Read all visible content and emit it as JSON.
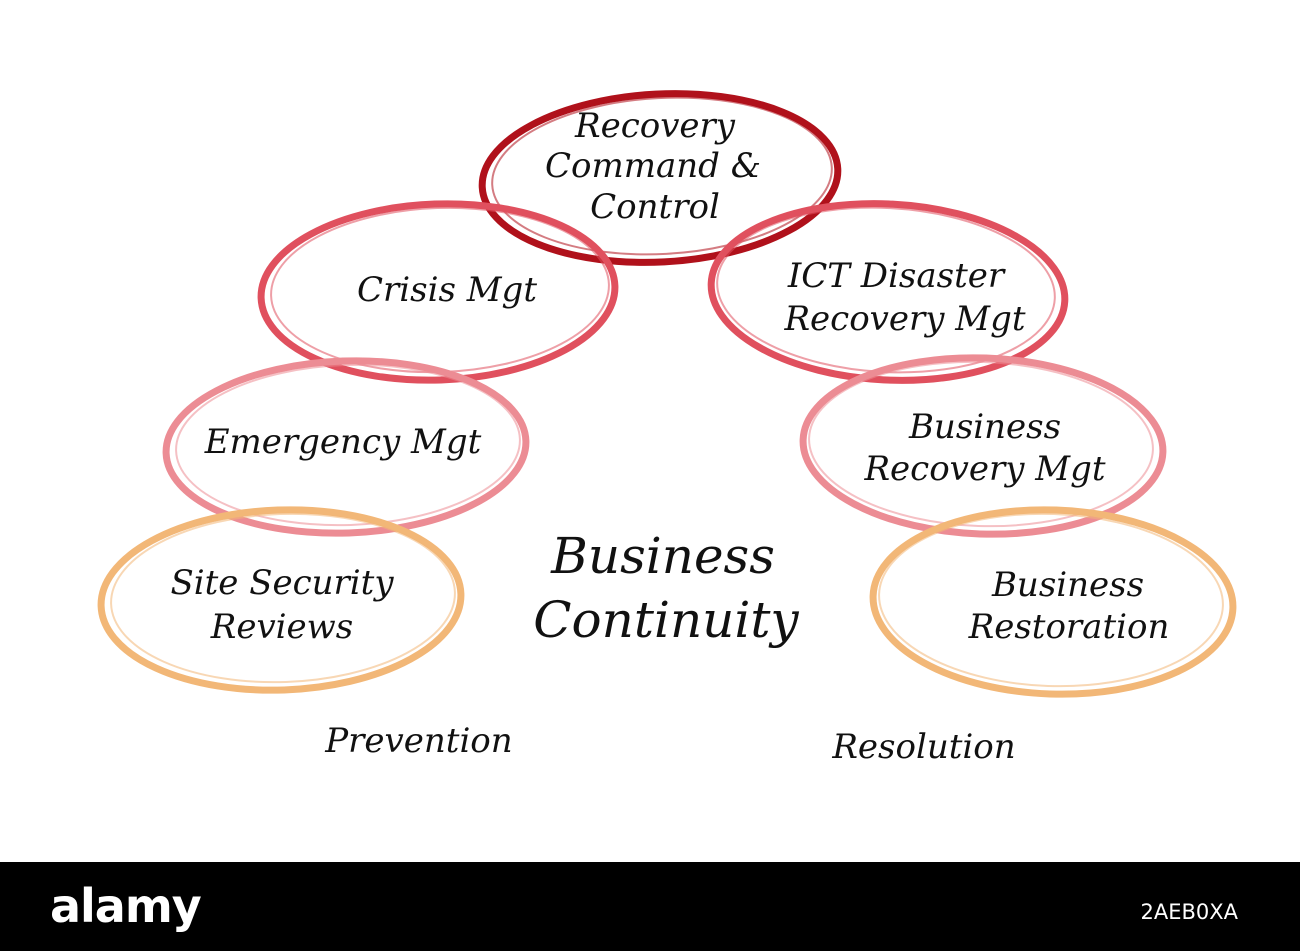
{
  "diagram": {
    "center": {
      "lines": [
        "Business",
        "Continuity"
      ]
    },
    "nodes": [
      {
        "id": "recovery-command",
        "lines": [
          "Recovery",
          "Command &",
          "Control"
        ],
        "color": "#b0111b"
      },
      {
        "id": "crisis-mgt",
        "lines": [
          "Crisis Mgt"
        ],
        "color": "#e0505e"
      },
      {
        "id": "ict-disaster",
        "lines": [
          "ICT Disaster",
          "Recovery Mgt"
        ],
        "color": "#e0505e"
      },
      {
        "id": "emergency-mgt",
        "lines": [
          "Emergency Mgt"
        ],
        "color": "#ec8c94"
      },
      {
        "id": "business-recovery",
        "lines": [
          "Business",
          "Recovery Mgt"
        ],
        "color": "#ec8c94"
      },
      {
        "id": "site-security",
        "lines": [
          "Site Security",
          "Reviews"
        ],
        "color": "#f2b777"
      },
      {
        "id": "business-restoration",
        "lines": [
          "Business",
          "Restoration"
        ],
        "color": "#f2b777"
      }
    ],
    "phases": {
      "left": "Prevention",
      "right": "Resolution"
    }
  },
  "watermark": {
    "logo": "alamy",
    "image_id": "2AEB0XA"
  }
}
